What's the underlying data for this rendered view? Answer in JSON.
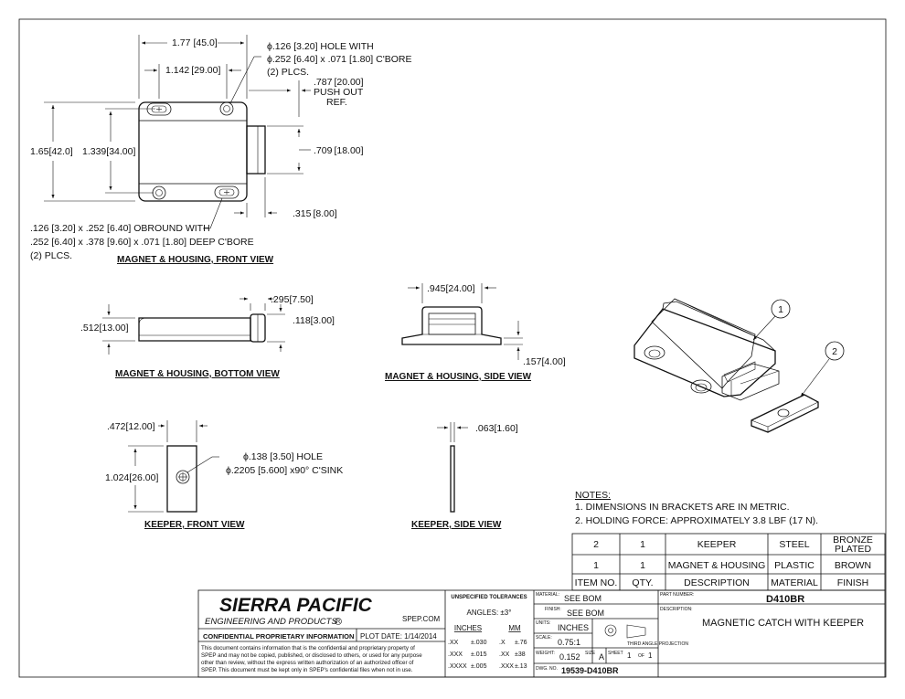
{
  "front_view": {
    "title": "MAGNET & HOUSING, FRONT VIEW",
    "dim_width": "1.77",
    "dim_width_mm": "45.0",
    "dim_holes": "1.142",
    "dim_holes_mm": "29.00",
    "note_hole": [
      "ϕ.126 [3.20] HOLE WITH",
      "ϕ.252 [6.40] x .071 [1.80] C'BORE",
      "(2) PLCS."
    ],
    "dim_push": ".787",
    "dim_push_mm": "20.00",
    "push_label": [
      "PUSH OUT",
      "REF."
    ],
    "dim_height": "1.65",
    "dim_height_mm": "42.0",
    "dim_height2": "1.339",
    "dim_height2_mm": "34.00",
    "dim_magnet": ".709",
    "dim_magnet_mm": "18.00",
    "dim_depth": ".315",
    "dim_depth_mm": "8.00",
    "note_obround": [
      ".126 [3.20] x .252 [6.40] OBROUND WITH",
      ".252 [6.40] x .378 [9.60] x .071 [1.80] DEEP C'BORE",
      "(2) PLCS."
    ]
  },
  "bottom_view": {
    "title": "MAGNET & HOUSING, BOTTOM VIEW",
    "dim_thick": ".512",
    "dim_thick_mm": "13.00",
    "dim_a": ".295",
    "dim_a_mm": "7.50",
    "dim_b": ".118",
    "dim_b_mm": "3.00"
  },
  "side_view": {
    "title": "MAGNET & HOUSING, SIDE VIEW",
    "dim_w": ".945",
    "dim_w_mm": "24.00",
    "dim_h": ".157",
    "dim_h_mm": "4.00"
  },
  "keeper_front": {
    "title": "KEEPER, FRONT VIEW",
    "dim_w": ".472",
    "dim_w_mm": "12.00",
    "dim_h": "1.024",
    "dim_h_mm": "26.00",
    "note": [
      "ϕ.138 [3.50] HOLE",
      "ϕ.2205 [5.600] x90° C'SINK"
    ]
  },
  "keeper_side": {
    "title": "KEEPER, SIDE VIEW",
    "dim_t": ".063",
    "dim_t_mm": "1.60"
  },
  "iso": {
    "callout_1": "1",
    "callout_2": "2"
  },
  "notes": {
    "heading": "NOTES:",
    "items": [
      "1.   DIMENSIONS IN BRACKETS ARE IN METRIC.",
      "2.   HOLDING FORCE: APPROXIMATELY 3.8 LBF (17 N)."
    ]
  },
  "bom": {
    "rows": [
      {
        "item": "2",
        "qty": "1",
        "desc": "KEEPER",
        "material": "STEEL",
        "finish": [
          "BRONZE",
          "PLATED"
        ]
      },
      {
        "item": "1",
        "qty": "1",
        "desc": "MAGNET & HOUSING",
        "material": "PLASTIC",
        "finish": [
          "BROWN"
        ]
      }
    ],
    "header": {
      "item": "ITEM NO.",
      "qty": "QTY.",
      "desc": "DESCRIPTION",
      "material": "MATERIAL",
      "finish": "FINISH"
    }
  },
  "title_block": {
    "company": "SIERRA PACIFIC",
    "sub": "ENGINEERING AND PRODUCTS",
    "reg": "R",
    "website": "SPEP.COM",
    "confidential": "CONFIDENTIAL PROPRIETARY INFORMATION",
    "plot_date": "PLOT DATE:  1/14/2014",
    "disclaimer": [
      "This document contains information that is the confidential and proprietary property of",
      "SPEP and may not be copied, published, or disclosed to others, or used for any purpose",
      "other than review, without the express written authorization of an authorized officer of",
      "SPEP. This document must be kept only in SPEP's confidential files when not in use."
    ],
    "tol_heading": "UNSPECIFIED TOLERANCES",
    "angles": "ANGLES:  ±3°",
    "inches": "INCHES",
    "mm": "MM",
    "tol_rows": [
      {
        "in_l": ".XX",
        "in_v": "±.030",
        "mm_l": ".X",
        "mm_v": "±.76"
      },
      {
        "in_l": ".XXX",
        "in_v": "±.015",
        "mm_l": ".XX",
        "mm_v": "±38"
      },
      {
        "in_l": ".XXXX",
        "in_v": "±.005",
        "mm_l": ".XXX",
        "mm_v": "±.13"
      }
    ],
    "material_lbl": "MATERIAL:",
    "material": "SEE BOM",
    "finish_lbl": "FINISH:",
    "finish": "SEE BOM",
    "units_lbl": "UNITS:",
    "units": "INCHES",
    "projection": "THIRD ANGLE PROJECTION",
    "scale_lbl": "SCALE:",
    "scale": "0.75:1",
    "weight_lbl": "WEIGHT:",
    "weight": "0.152",
    "size_lbl": "SIZE",
    "size": "A",
    "sheet_lbl": "SHEET",
    "sheet": "1",
    "of_lbl": "OF",
    "of": "1",
    "dwg_lbl": "DWG. NO.",
    "dwg": "19539-D410BR",
    "part_lbl": "PART NUMBER:",
    "part": "D410BR",
    "desc_lbl": "DESCRIPTION:",
    "desc": "MAGNETIC CATCH WITH KEEPER"
  }
}
